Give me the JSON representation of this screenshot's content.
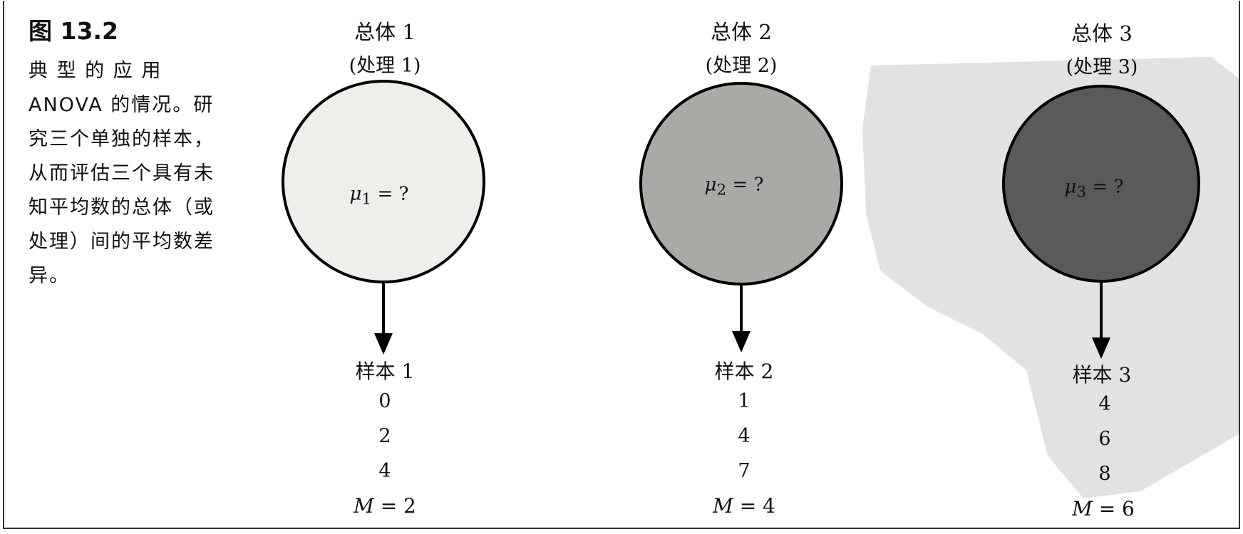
{
  "figure": {
    "label": "图 13.2",
    "caption": "典 型 的 应 用 ANOVA 的情况。研究三个单独的样本，从而评估三个具有未知平均数的总体（或处理）间的平均数差异。"
  },
  "colors": {
    "population1": "#eeeeea",
    "population2": "#a9a9a5",
    "population3": "#5a5a58",
    "outline": "#000000",
    "watermark": "#d6d6d6"
  },
  "populations": [
    {
      "title": "总体 1",
      "treatment": "(处理 1)",
      "mu_symbol": "μ",
      "mu_index": "1",
      "mu_value": " = ?",
      "sample": {
        "title": "样本 1",
        "scores": [
          "0",
          "2",
          "4"
        ],
        "mean_symbol": "M",
        "mean_value": " = 2"
      }
    },
    {
      "title": "总体 2",
      "treatment": "(处理 2)",
      "mu_symbol": "μ",
      "mu_index": "2",
      "mu_value": " = ?",
      "sample": {
        "title": "样本 2",
        "scores": [
          "1",
          "4",
          "7"
        ],
        "mean_symbol": "M",
        "mean_value": " = 4"
      }
    },
    {
      "title": "总体 3",
      "treatment": "(处理 3)",
      "mu_symbol": "μ",
      "mu_index": "3",
      "mu_value": " = ?",
      "sample": {
        "title": "样本 3",
        "scores": [
          "4",
          "6",
          "8"
        ],
        "mean_symbol": "M",
        "mean_value": " = 6"
      }
    }
  ]
}
